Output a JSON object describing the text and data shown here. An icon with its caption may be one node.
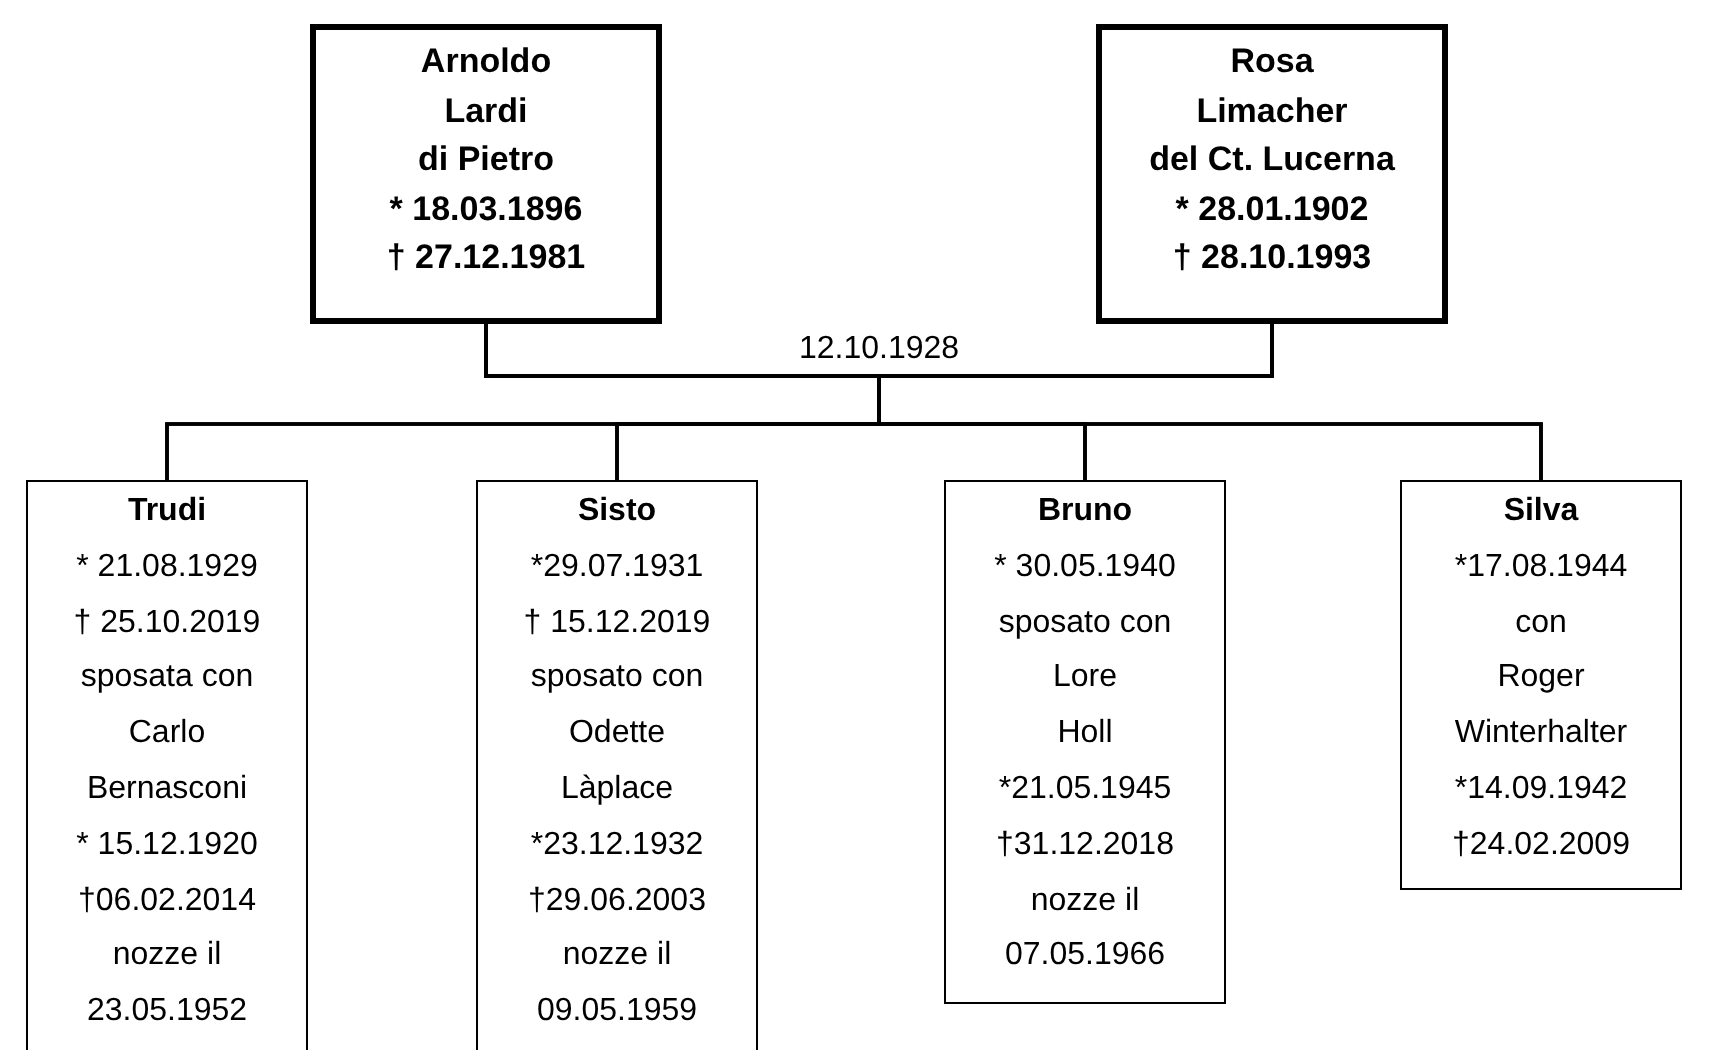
{
  "diagram": {
    "nodes": [
      {
        "text": [
          "Arnoldo",
          "Lardi",
          "di Pietro",
          "* 18.03.1896",
          "† 27.12.1981"
        ]
      },
      {
        "text": [
          "Rosa",
          "Limacher",
          "del Ct. Lucerna",
          "* 28.01.1902",
          "† 28.10.1993"
        ]
      },
      {
        "text": [
          "Trudi",
          "* 21.08.1929",
          "† 25.10.2019",
          "sposata con",
          "Carlo",
          "Bernasconi",
          "* 15.12.1920",
          "†06.02.2014",
          "nozze il",
          "23.05.1952"
        ]
      },
      {
        "text": [
          "Sisto",
          "*29.07.1931",
          "† 15.12.2019",
          "sposato con",
          "Odette",
          "Làplace",
          "*23.12.1932",
          "†29.06.2003",
          "nozze il",
          "09.05.1959"
        ]
      },
      {
        "text": [
          "Bruno",
          "* 30.05.1940",
          "sposato con",
          "Lore",
          "Holl",
          "*21.05.1945",
          "†31.12.2018",
          "nozze il",
          "07.05.1966"
        ]
      },
      {
        "text": [
          "Silva",
          "*17.08.1944",
          "con",
          "Roger",
          "Winterhalter",
          "*14.09.1942",
          "†24.02.2009"
        ]
      }
    ],
    "edges": [
      {
        "from": 0,
        "to": 1,
        "arrow": "none",
        "label": "12.10.1928"
      },
      {
        "from": 0,
        "to": 2,
        "arrow": "none"
      },
      {
        "from": 0,
        "to": 3,
        "arrow": "none"
      },
      {
        "from": 0,
        "to": 4,
        "arrow": "none"
      },
      {
        "from": 0,
        "to": 5,
        "arrow": "none"
      },
      {
        "from": 1,
        "to": 2,
        "arrow": "none"
      },
      {
        "from": 1,
        "to": 3,
        "arrow": "none"
      },
      {
        "from": 1,
        "to": 4,
        "arrow": "none"
      },
      {
        "from": 1,
        "to": 5,
        "arrow": "none"
      }
    ]
  }
}
